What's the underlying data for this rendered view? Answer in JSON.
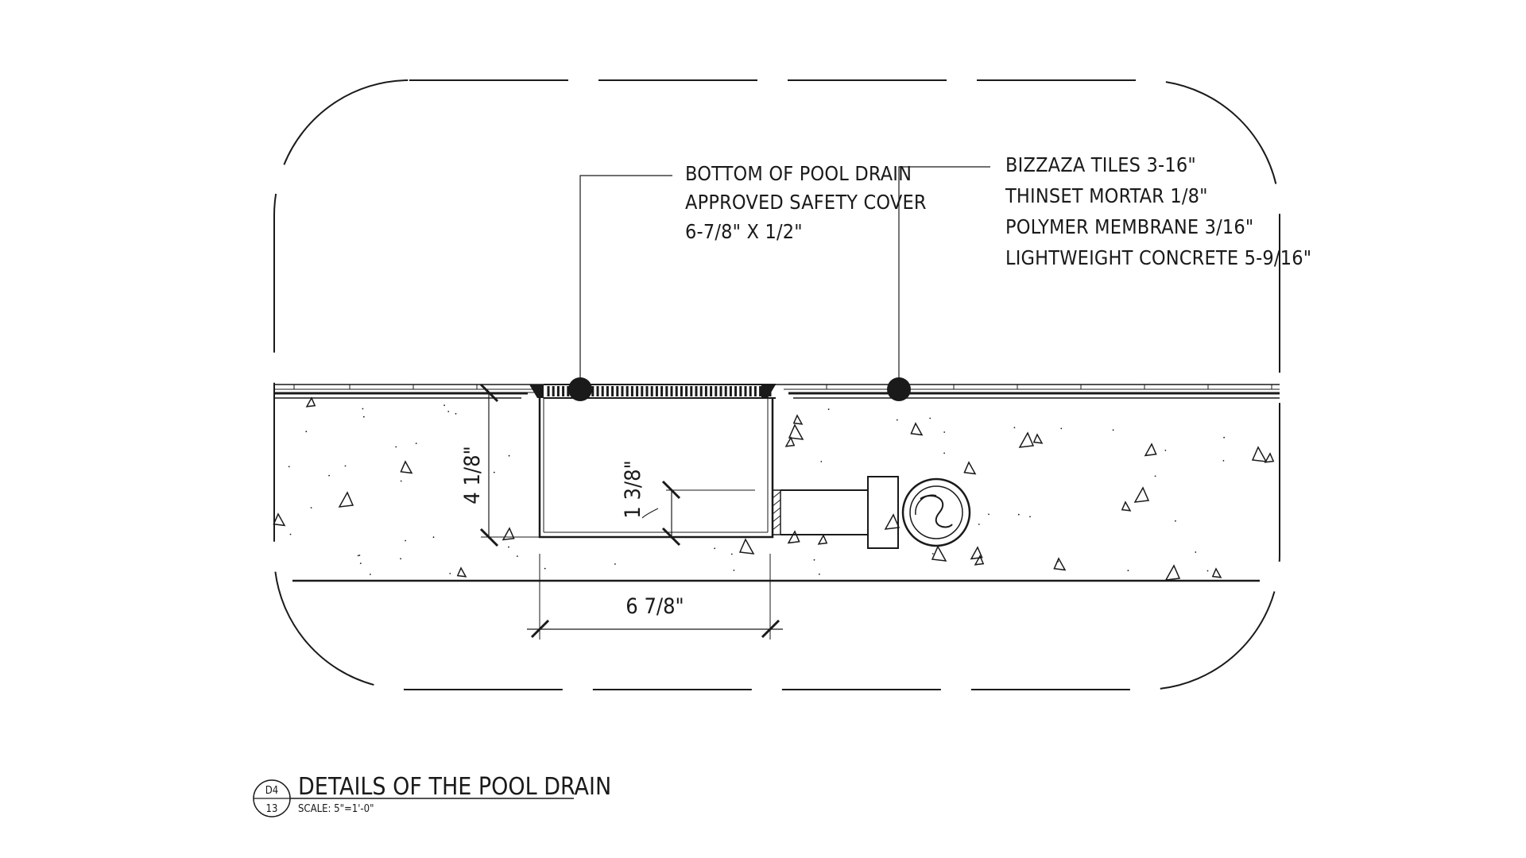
{
  "leader_left": {
    "lines": [
      "BOTTOM OF POOL DRAIN",
      "APPROVED SAFETY COVER",
      "6-7/8\" X 1/2\""
    ]
  },
  "leader_right": {
    "lines": [
      "BIZZAZA TILES 3-16\"",
      "THINSET MORTAR 1/8\"",
      "POLYMER MEMBRANE 3/16\"",
      "LIGHTWEIGHT CONCRETE 5-9/16\""
    ]
  },
  "dimensions": {
    "depth": "4 1/8\"",
    "offset": "1 3/8\"",
    "width": "6 7/8\""
  },
  "title_block": {
    "title": "DETAILS OF THE POOL DRAIN",
    "scale": "SCALE: 5\"=1'-0\"",
    "detail_ref": "D4",
    "sheet_ref": "13"
  }
}
